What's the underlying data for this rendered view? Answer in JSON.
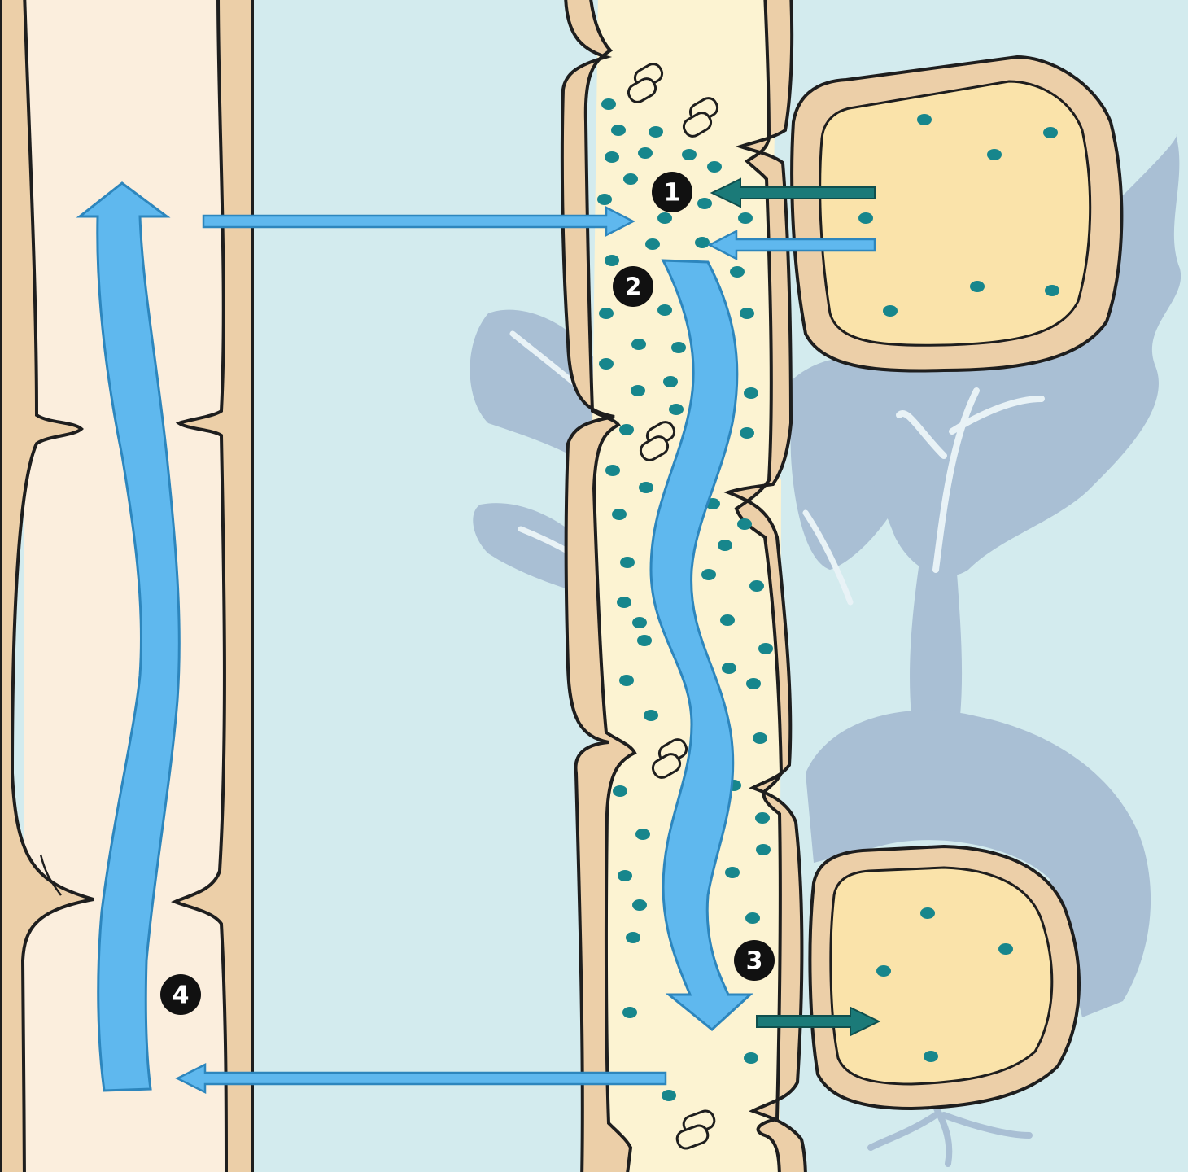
{
  "colors": {
    "background": "#d3ebee",
    "plant_silhouette": "#a9bfd4",
    "plant_veins": "#e8f2f6",
    "xylem_lumen": "#fbeedd",
    "phloem_lumen": "#fcf3d2",
    "cell_wall": "#eccfa8",
    "outline": "#1e1e1e",
    "storage_cell_fill": "#fae3aa",
    "sucrose_dot": "#17868c",
    "water_arrow": "#5fb8ee",
    "water_arrow_edge": "#2d86bd",
    "sucrose_arrow": "#1b7a78",
    "badge": "#111111"
  },
  "steps": [
    {
      "id": "1",
      "label": "1"
    },
    {
      "id": "2",
      "label": "2"
    },
    {
      "id": "3",
      "label": "3"
    },
    {
      "id": "4",
      "label": "4"
    }
  ],
  "icons": {
    "badge_shape": "filled-black-circle",
    "water_flow": "wide-blue-arrow",
    "sucrose_transfer": "teal-arrow"
  }
}
